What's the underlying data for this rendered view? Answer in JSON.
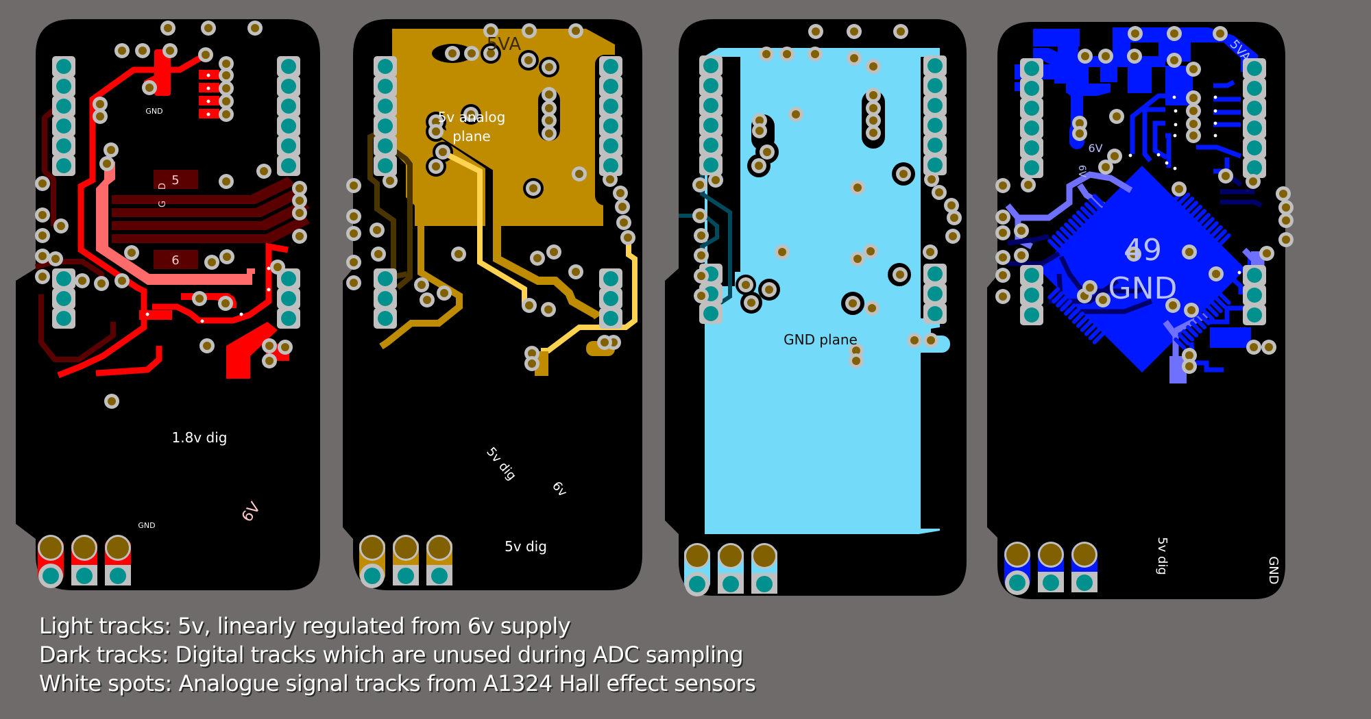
{
  "figure": {
    "title": "PCB layer views: 5v analog plane, GND plane and signal routing",
    "colors": {
      "background": "#6e6b6a",
      "board": "#000000",
      "pad_ring": "#c0c0c0",
      "pad_hole_teal": "#00918f",
      "via_hole": "#806000",
      "red_track": "#ff0000",
      "red_light_track": "#ff6b6b",
      "red_dark_track": "#5a0000",
      "gold_plane": "#bf8c00",
      "gold_light_track": "#ffd34f",
      "gold_dark_track": "#4a3500",
      "cyan_plane": "#73dafa",
      "cyan_dark_track": "#004a5e",
      "blue_track": "#0018ff",
      "blue_light_track": "#7070ff",
      "blue_dark_track": "#00006a"
    }
  },
  "boards": [
    {
      "id": "top-copper-red",
      "layer_color": "red",
      "labels": {
        "gnd_top": "GND",
        "gnd_bottom": "GND",
        "pad_5": "5",
        "pad_6": "6",
        "rail_1v8": "1.8v dig",
        "supply_6v": "6V",
        "silk_g": "G",
        "silk_d": "D"
      }
    },
    {
      "id": "inner-5v-analog-gold",
      "layer_color": "gold",
      "labels": {
        "net_5va": "5VA",
        "plane": "5v analog",
        "plane_line2": "plane",
        "dig_diag": "5v dig",
        "supply_6v": "6v",
        "dig_bottom": "5v dig"
      }
    },
    {
      "id": "inner-gnd-cyan",
      "layer_color": "cyan",
      "labels": {
        "plane": "GND plane"
      }
    },
    {
      "id": "bottom-copper-blue",
      "layer_color": "blue",
      "labels": {
        "net_5va": "5VA",
        "supply_6v_h": "6V",
        "supply_6v_v": "6V",
        "chip_pad_num": "49",
        "chip_pad_net": "GND",
        "dig_vertical": "5v dig",
        "gnd_vertical": "GND"
      }
    }
  ],
  "legend": [
    "Light tracks: 5v, linearly regulated from 6v supply",
    "Dark tracks: Digital tracks which are unused during ADC sampling",
    "White spots: Analogue signal tracks from A1324 Hall effect sensors"
  ]
}
